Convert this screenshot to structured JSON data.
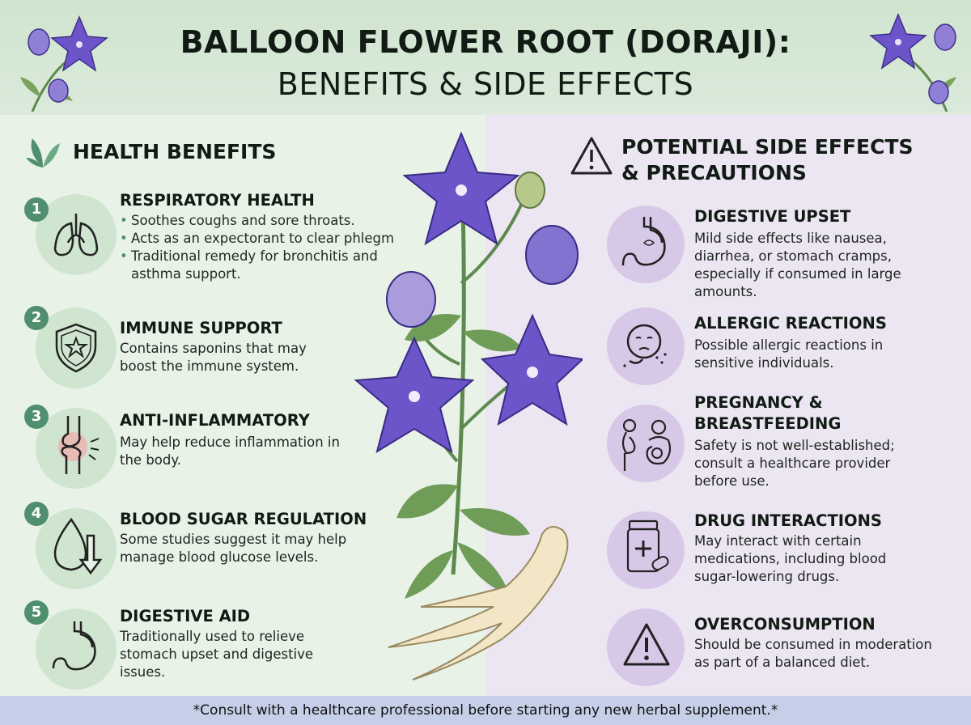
{
  "header": {
    "title_line1": "BALLOON FLOWER ROOT (DORAJI):",
    "title_line2": "BENEFITS & SIDE EFFECTS"
  },
  "benefits": {
    "heading": "HEALTH BENEFITS",
    "items": [
      {
        "number": "1",
        "title": "RESPIRATORY HEALTH",
        "icon": "lungs-icon",
        "bullets": [
          "Soothes coughs and sore throats.",
          "Acts as an expectorant to clear phlegm",
          "Traditional remedy for bronchitis and asthma support."
        ]
      },
      {
        "number": "2",
        "title": "IMMUNE SUPPORT",
        "icon": "shield-star-icon",
        "text": "Contains saponins that may boost the immune system."
      },
      {
        "number": "3",
        "title": "ANTI-INFLAMMATORY",
        "icon": "joint-icon",
        "text": "May help reduce inflammation in the body."
      },
      {
        "number": "4",
        "title": "BLOOD SUGAR REGULATION",
        "icon": "drop-arrow-icon",
        "text": "Some studies suggest it may help manage blood glucose levels."
      },
      {
        "number": "5",
        "title": "DIGESTIVE AID",
        "icon": "stomach-icon",
        "text": "Traditionally used to relieve stomach upset and digestive issues."
      }
    ]
  },
  "side_effects": {
    "heading_line1": "POTENTIAL SIDE EFFECTS",
    "heading_line2": "& PRECAUTIONS",
    "items": [
      {
        "title": "DIGESTIVE UPSET",
        "icon": "stomach-icon",
        "text": "Mild side effects like nausea, diarrhea, or stomach cramps, especially if consumed in large amounts."
      },
      {
        "title": "ALLERGIC REACTIONS",
        "icon": "sneezing-face-icon",
        "text": "Possible allergic reactions in sensitive individuals."
      },
      {
        "title_line1": "PREGNANCY &",
        "title_line2": "BREASTFEEDING",
        "icon": "pregnancy-icon",
        "text": "Safety is not well-established; consult a healthcare provider before use."
      },
      {
        "title": "DRUG INTERACTIONS",
        "icon": "pill-bottle-icon",
        "text": "May interact with certain medications, including blood sugar-lowering drugs."
      },
      {
        "title": "OVERCONSUMPTION",
        "icon": "warning-icon",
        "text": "Should be consumed in moderation as part of a balanced diet."
      }
    ]
  },
  "footer": {
    "disclaimer": "*Consult with a healthcare professional before starting any new herbal supplement.*"
  },
  "colors": {
    "benefit_accent": "#4f8f6e",
    "flower_purple": "#6b55c8",
    "side_effect_circle": "#d7c8e8"
  }
}
